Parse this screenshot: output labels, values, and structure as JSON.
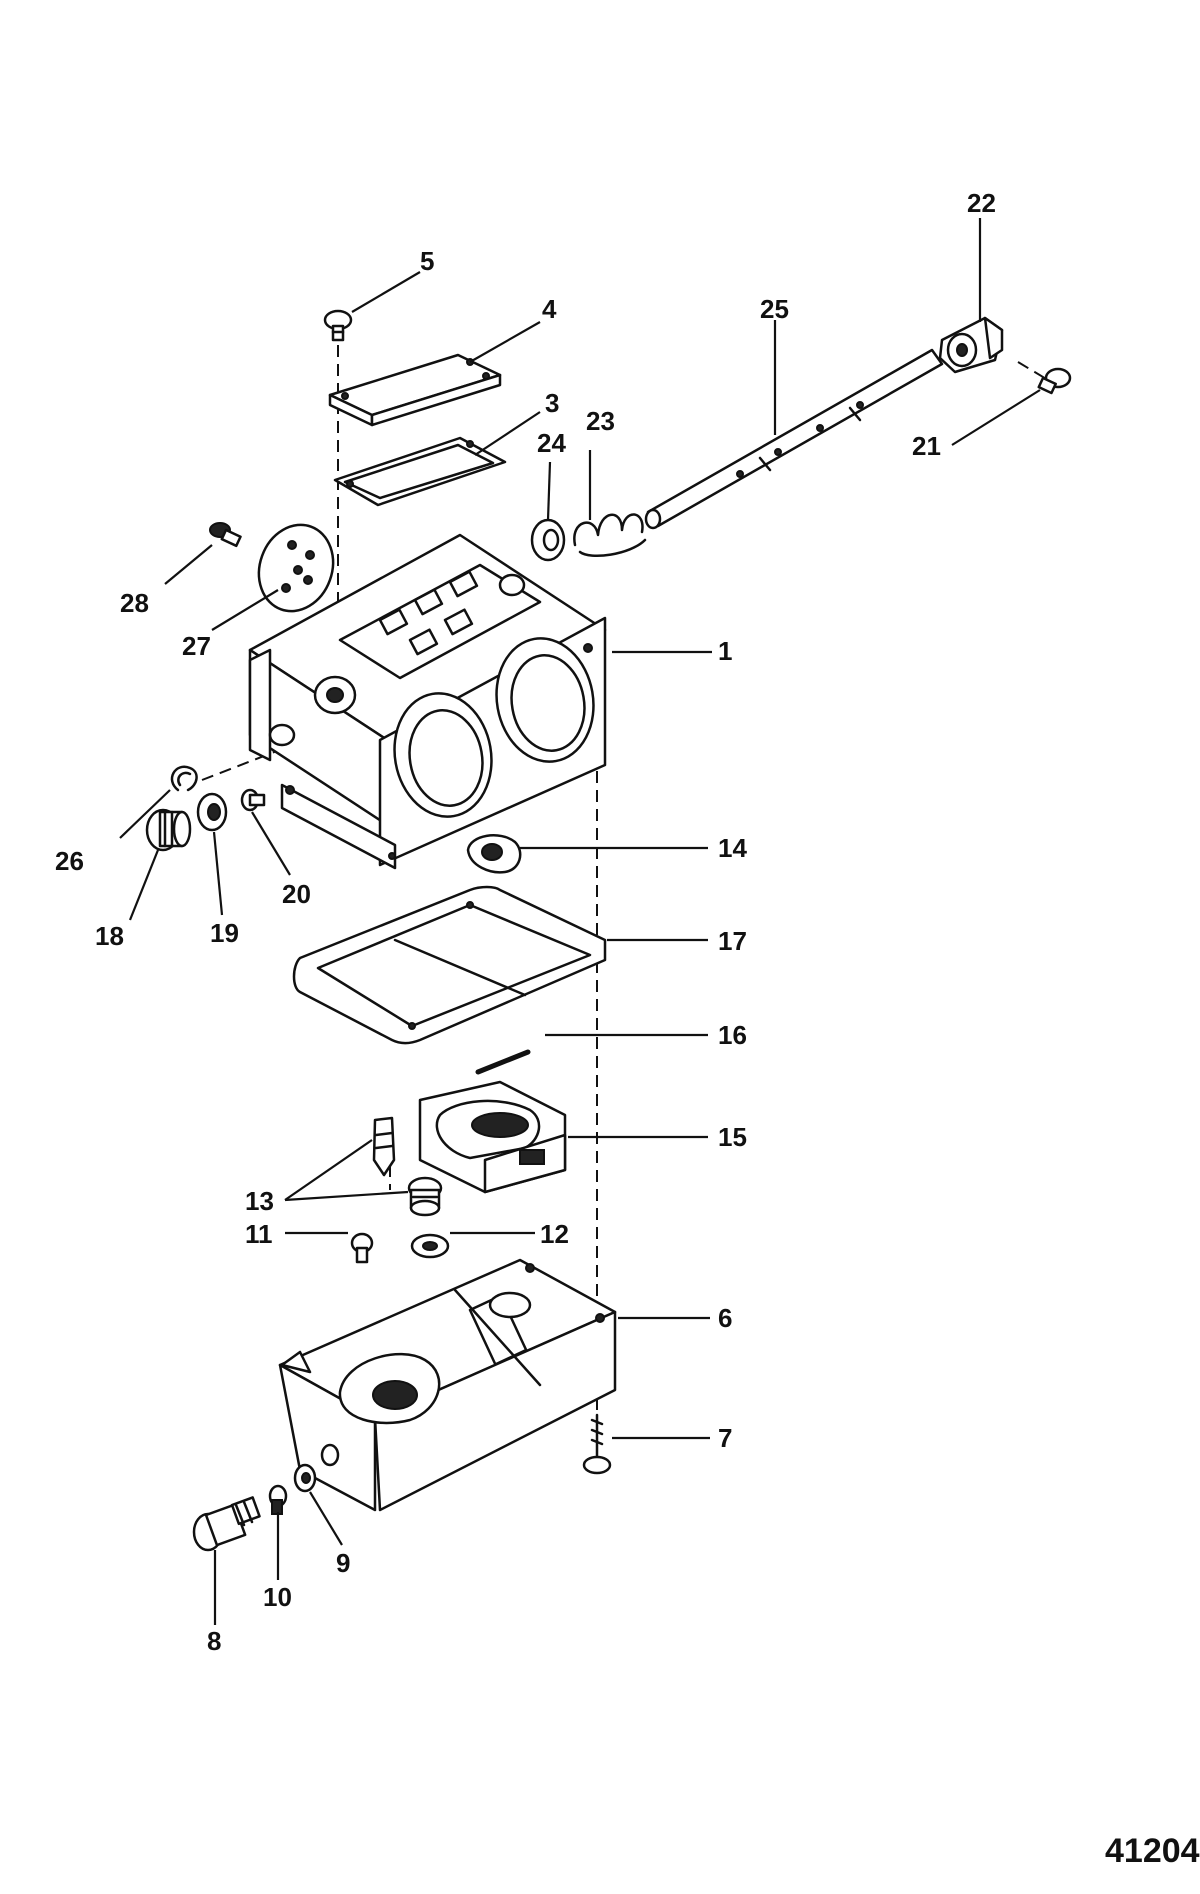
{
  "callouts": [
    "1",
    "3",
    "4",
    "5",
    "6",
    "7",
    "8",
    "9",
    "10",
    "11",
    "12",
    "13",
    "14",
    "15",
    "16",
    "17",
    "18",
    "19",
    "20",
    "21",
    "22",
    "23",
    "24",
    "25",
    "26",
    "27",
    "28"
  ],
  "figure_number": "41204"
}
